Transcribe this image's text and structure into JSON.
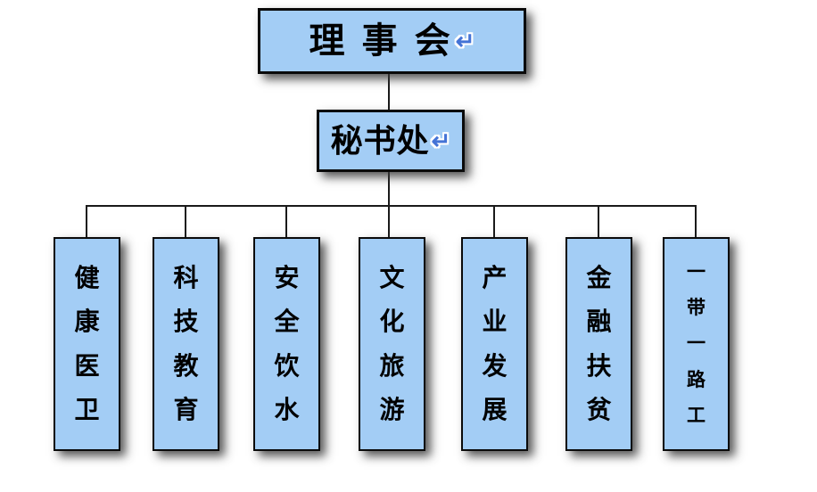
{
  "chart": {
    "root": {
      "label": "理 事 会",
      "mark": "↵"
    },
    "secretariat": {
      "label": "秘书处",
      "mark": "↵"
    },
    "departments": [
      {
        "name": "健康医卫",
        "chars": [
          "健",
          "康",
          "医",
          "卫"
        ]
      },
      {
        "name": "科技教育",
        "chars": [
          "科",
          "技",
          "教",
          "育"
        ]
      },
      {
        "name": "安全饮水",
        "chars": [
          "安",
          "全",
          "饮",
          "水"
        ]
      },
      {
        "name": "文化旅游",
        "chars": [
          "文",
          "化",
          "旅",
          "游"
        ]
      },
      {
        "name": "产业发展",
        "chars": [
          "产",
          "业",
          "发",
          "展"
        ]
      },
      {
        "name": "金融扶贫",
        "chars": [
          "金",
          "融",
          "扶",
          "贫"
        ]
      },
      {
        "name": "一带一路工",
        "chars": [
          "一",
          "带",
          "一",
          "路",
          "工"
        ]
      }
    ]
  },
  "colors": {
    "box_fill": "#A3CDF5",
    "box_border": "#0a0a0a",
    "paragraph_mark": "#4473D6",
    "line_color": "#1a1a1a"
  }
}
